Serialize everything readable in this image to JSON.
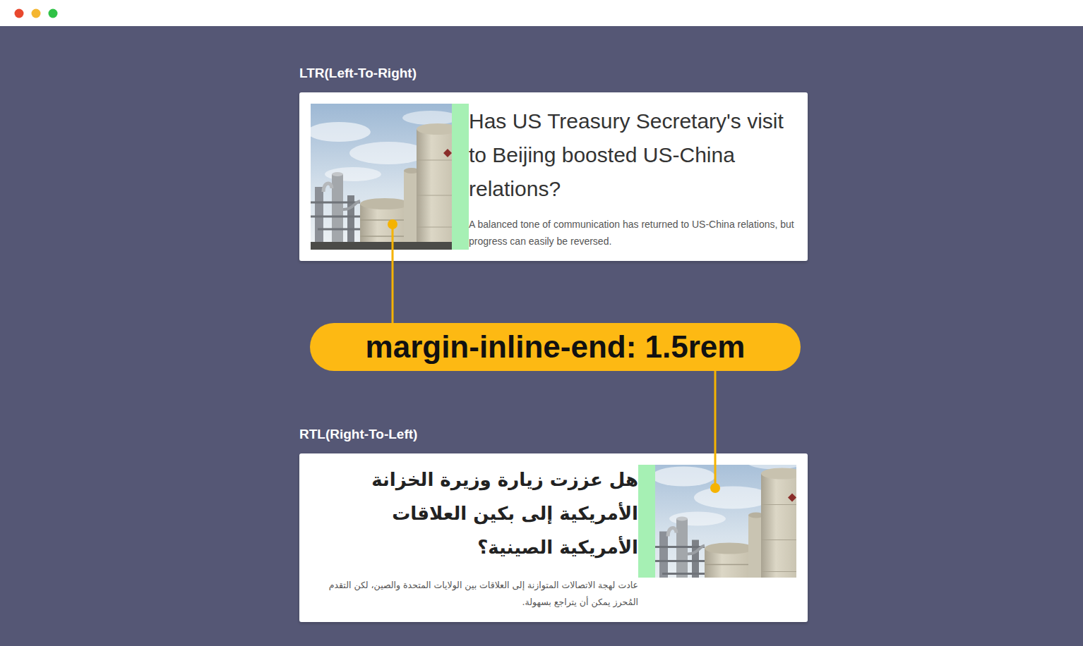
{
  "diagram": {
    "nodes": [
      {
        "text": [
          "LTR(Left-To-Right)",
          "Has US Treasury Secretary's visit to Beijing boosted US-China relations?",
          "A balanced tone of communication has returned to US-China relations, but progress can easily be reversed."
        ]
      },
      {
        "text": [
          "margin-inline-end: 1.5rem"
        ]
      },
      {
        "text": [
          "RTL(Right-To-Left)",
          "هل عززت زيارة وزيرة الخزانة الأمريكية إلى بكين العلاقات الأمريكية الصينية؟",
          "عادت لهجة الاتصالات المتوازنة إلى العلاقات بين الولايات المتحدة والصين، لكن التقدم المُحرز يمكن أن يتراجع بسهولة."
        ]
      }
    ]
  }
}
